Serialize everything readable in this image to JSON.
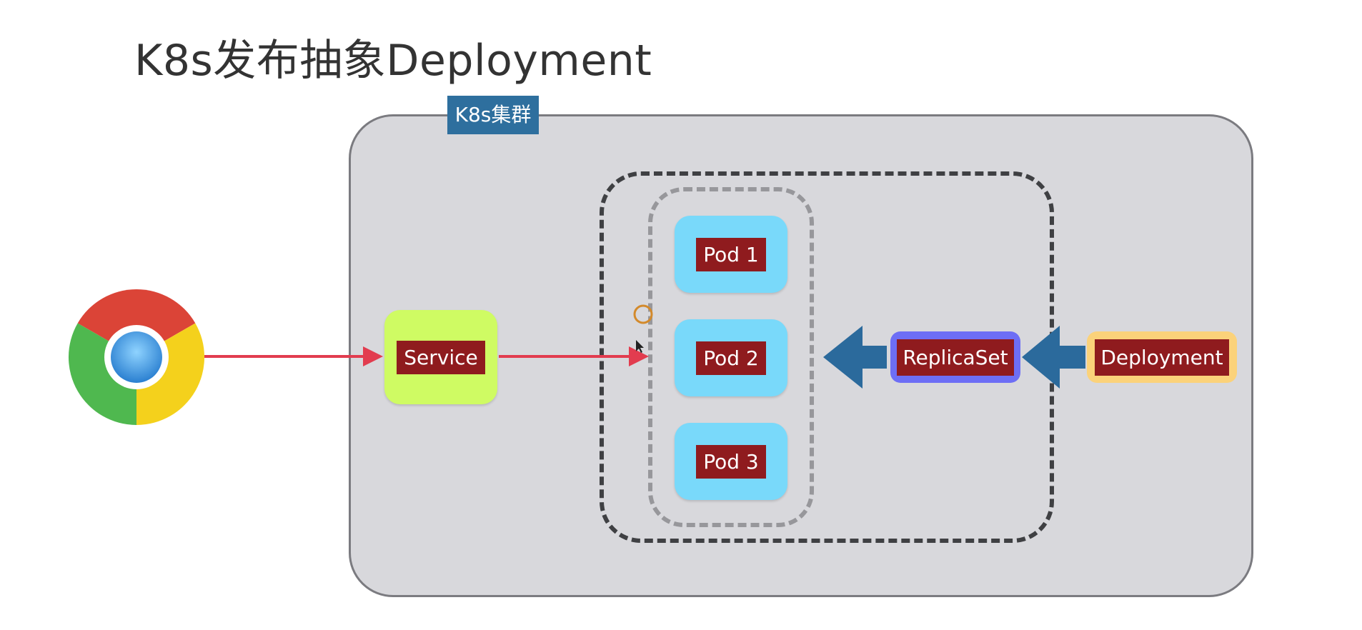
{
  "title": "K8s发布抽象Deployment",
  "cluster": {
    "label": "K8s集群"
  },
  "nodes": {
    "service": "Service",
    "pods": [
      "Pod 1",
      "Pod 2",
      "Pod 3"
    ],
    "replicaset": "ReplicaSet",
    "deployment": "Deployment"
  },
  "icons": {
    "browser": "chrome-icon",
    "cursor": "mouse-pointer-icon"
  },
  "colors": {
    "cluster_bg": "#d8d8dc",
    "cluster_label_bg": "#2e6f9e",
    "service_bg": "#cffb63",
    "pod_bg": "#79d9fa",
    "replicaset_bg": "#6d6ef5",
    "deployment_bg": "#fbd27a",
    "tag_bg": "#8f1b1e",
    "traffic_arrow": "#e23c4f",
    "control_arrow": "#2b6a9c"
  }
}
